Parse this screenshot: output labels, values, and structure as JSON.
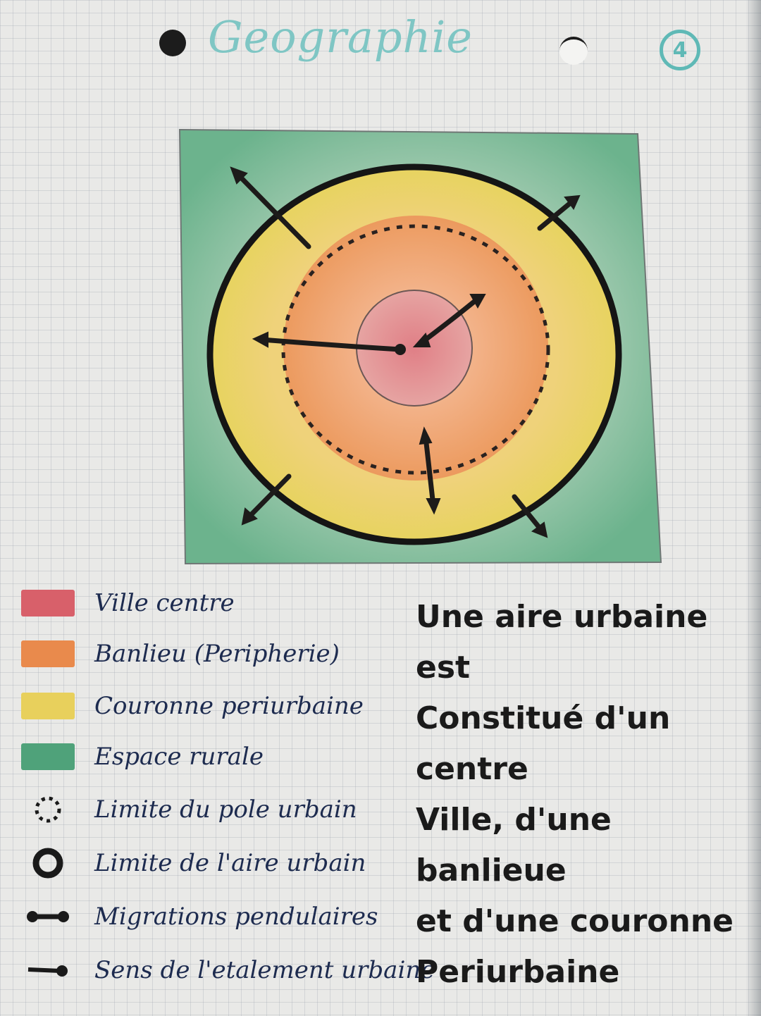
{
  "header": {
    "title": "Geographie",
    "page_number": "4"
  },
  "legend": {
    "items": [
      {
        "label": "Ville centre",
        "color": "#d8606a",
        "symbol": "swatch"
      },
      {
        "label": "Banlieu (Peripherie)",
        "color": "#e98a4c",
        "symbol": "swatch"
      },
      {
        "label": "Couronne periurbaine",
        "color": "#e8d05c",
        "symbol": "swatch"
      },
      {
        "label": "Espace rurale",
        "color": "#4fa27a",
        "symbol": "swatch"
      },
      {
        "label": "Limite du pole urbain",
        "symbol": "dashed-circle"
      },
      {
        "label": "Limite de l'aire urbain",
        "symbol": "solid-circle"
      },
      {
        "label": "Migrations pendulaires",
        "symbol": "double-arrow"
      },
      {
        "label": "Sens de l'etalement urbaine",
        "symbol": "single-arrow"
      }
    ]
  },
  "note": {
    "lines": [
      "Une aire urbaine est",
      "Constitué d'un centre",
      "Ville, d'une banlieue",
      "et d'une couronne",
      "Periurbaine"
    ]
  },
  "colors": {
    "ville_centre": "#d8707a",
    "banlieue": "#ee9a62",
    "couronne": "#ecd374",
    "espace_rurale": "#77b897",
    "ink": "#1a1a1a",
    "title": "#7fc6c4"
  }
}
